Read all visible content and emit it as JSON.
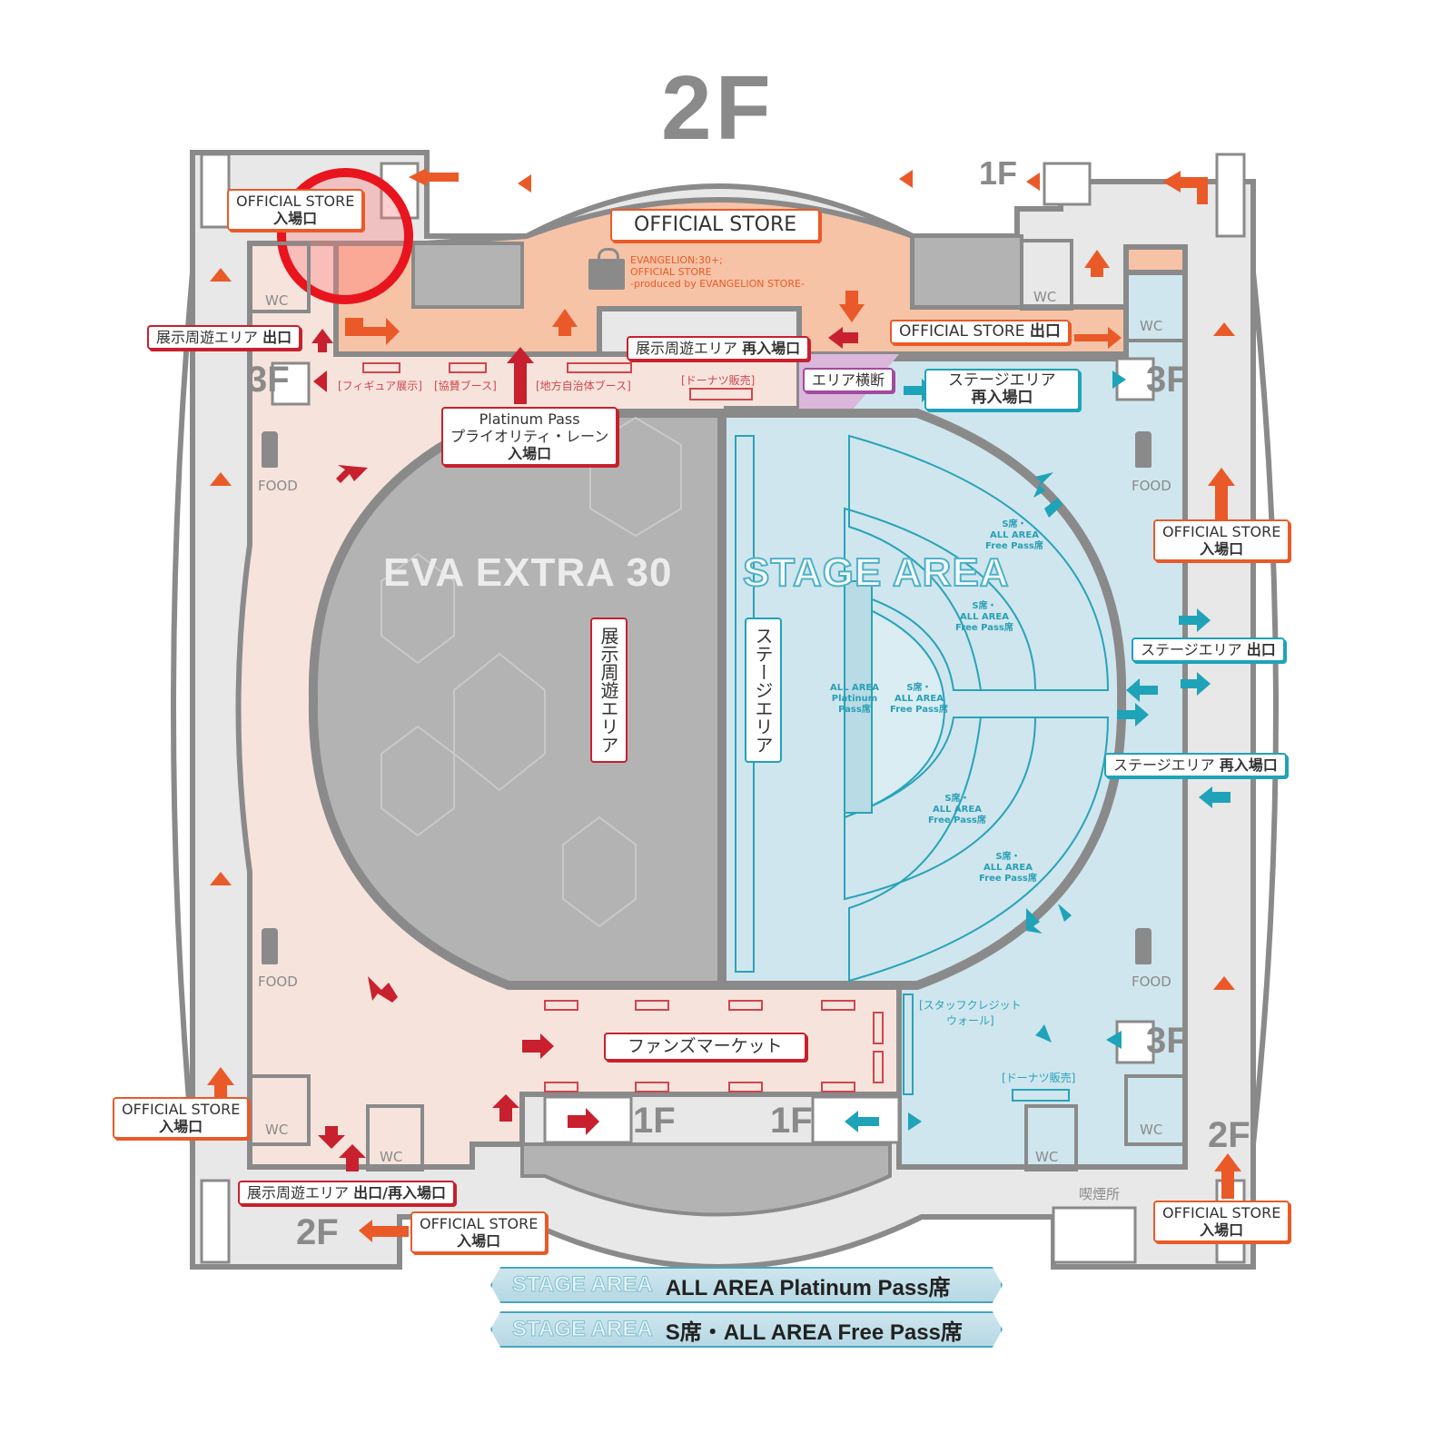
{
  "floor_title": "2F",
  "colors": {
    "wall": "#8a8a8a",
    "corridor": "#e8e8e8",
    "exhibit_area": "#f6e4dc",
    "store_area": "#f6c3a6",
    "stage_area": "#cfe6ee",
    "exhibit_hall": "#b3b3b3",
    "crossing_area": "#dcb7dc",
    "red_arrow": "#c8202e",
    "orange_arrow": "#ea5a28",
    "teal_arrow": "#1fa3b8",
    "highlight_circle": "#e8141e"
  },
  "areas": {
    "exhibit_hall": "EVA EXTRA 30",
    "stage_area": "STAGE AREA",
    "exhibit_loop_vertical": "展示周遊エリア",
    "stage_vertical": "ステージエリア"
  },
  "store": {
    "title": "OFFICIAL STORE",
    "desc_lines": [
      "EVANGELION:30+;",
      "OFFICIAL STORE",
      "-produced by EVANGELION STORE-"
    ],
    "icon": "shopping-bag-icon"
  },
  "labels": {
    "store_entrance_top_left": {
      "line1": "OFFICIAL STORE",
      "line2": "入場口"
    },
    "exhibit_exit_left": {
      "text": "展示周遊エリア",
      "bold": "出口"
    },
    "exhibit_reentry_top": {
      "text": "展示周遊エリア",
      "bold": "再入場口"
    },
    "store_exit": {
      "text": "OFFICIAL STORE",
      "bold": "出口"
    },
    "area_crossing": "エリア横断",
    "stage_reentry_top": {
      "line1": "ステージエリア",
      "line2": "再入場口"
    },
    "platinum_lane": {
      "line1": "Platinum Pass",
      "line2": "プライオリティ・レーン",
      "line3": "入場口"
    },
    "store_entrance_right": {
      "line1": "OFFICIAL STORE",
      "line2": "入場口"
    },
    "stage_exit_right": {
      "text": "ステージエリア",
      "bold": "出口"
    },
    "stage_reentry_right": {
      "text": "ステージエリア",
      "bold": "再入場口"
    },
    "fans_market": "ファンズマーケット",
    "store_entrance_bottom_left": {
      "line1": "OFFICIAL STORE",
      "line2": "入場口"
    },
    "exhibit_exit_reentry_bottom": {
      "text": "展示周遊エリア",
      "bold": "出口/再入場口"
    },
    "store_entrance_bottom_center": {
      "line1": "OFFICIAL STORE",
      "line2": "入場口"
    },
    "store_entrance_bottom_right": {
      "line1": "OFFICIAL STORE",
      "line2": "入場口"
    }
  },
  "booths": {
    "figure": "[フィギュア展示]",
    "sponsor": "[協賛ブース]",
    "local_gov": "[地方自治体ブース]",
    "donut_top": "[ドーナツ販売]",
    "staff_credit_line1": "[スタッフクレジット",
    "staff_credit_line2": "ウォール]",
    "donut_bottom": "[ドーナツ販売]",
    "smoking": "喫煙所"
  },
  "seats": {
    "platinum": [
      "ALL AREA",
      "Platinum",
      "Pass席"
    ],
    "free": [
      "S席・",
      "ALL AREA",
      "Free Pass席"
    ]
  },
  "floors": {
    "f1_top": "1F",
    "f3_left": "3F",
    "f3_right_top": "3F",
    "f3_right_bottom": "3F",
    "f1_bottom_left": "1F",
    "f1_bottom_right": "1F",
    "f2_bottom_left": "2F",
    "f2_bottom_right": "2F"
  },
  "facilities": {
    "wc": "WC",
    "food": "FOOD"
  },
  "legend": [
    {
      "key": "STAGE AREA",
      "value": "ALL AREA Platinum Pass席"
    },
    {
      "key": "STAGE AREA",
      "value": "S席・ALL AREA Free Pass席"
    }
  ]
}
